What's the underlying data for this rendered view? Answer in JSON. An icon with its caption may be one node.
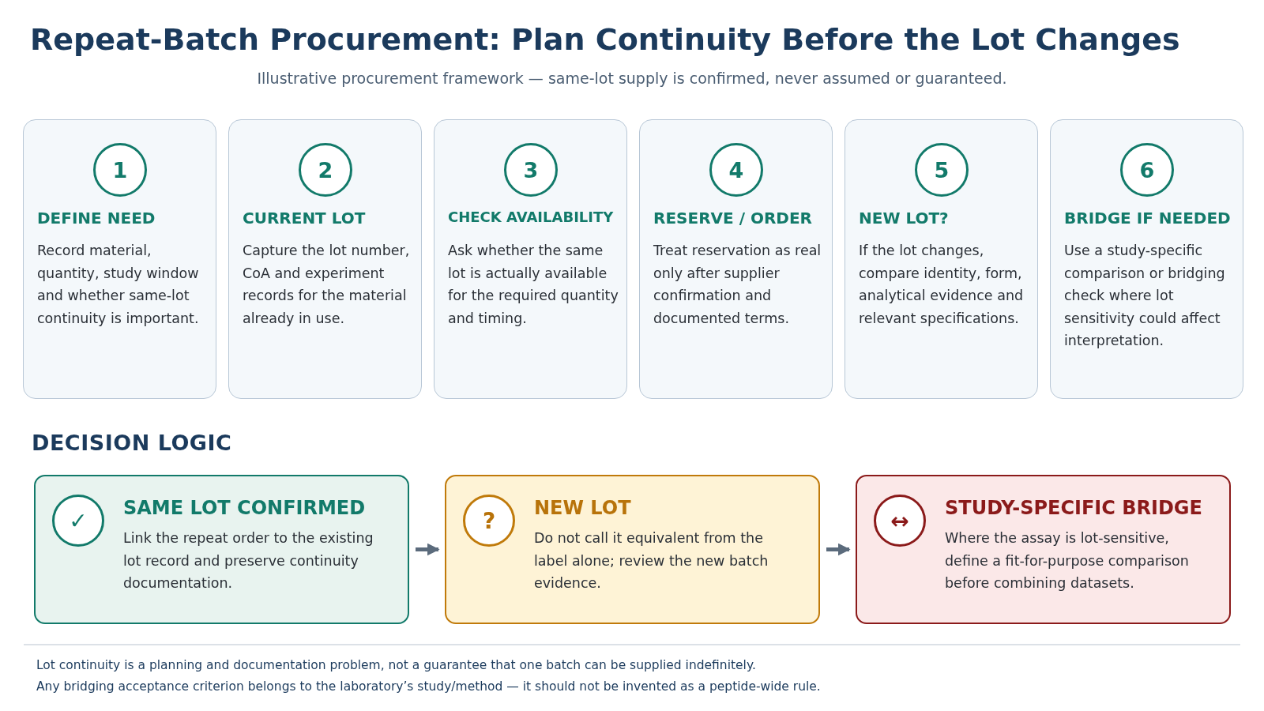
{
  "diagram": {
    "title": "Repeat-Batch Procurement: Plan Continuity Before the Lot Changes",
    "nodes": [
      {
        "text": [
          "DEFINE NEED",
          "Record material, quantity, study window and whether same-lot continuity is important."
        ]
      },
      {
        "text": [
          "1"
        ],
        "in": 0
      },
      {
        "text": [
          "CURRENT LOT",
          "Capture the lot number, CoA and experiment records for the material already in use."
        ]
      },
      {
        "text": [
          "2"
        ],
        "in": 2
      },
      {
        "text": [
          "CHECK AVAILABILITY",
          "Ask whether the same lot is actually available for the required quantity and timing."
        ]
      },
      {
        "text": [
          "3"
        ],
        "in": 4
      },
      {
        "text": [
          "RESERVE / ORDER",
          "Treat reservation as real only after supplier confirmation and documented terms."
        ]
      },
      {
        "text": [
          "4"
        ],
        "in": 6
      },
      {
        "text": [
          "NEW LOT?",
          "If the lot changes, compare identity, form, analytical evidence and relevant specifications."
        ]
      },
      {
        "text": [
          "5"
        ],
        "in": 8
      },
      {
        "text": [
          "BRIDGE IF NEEDED",
          "Use a study-specific comparison or bridging check where lot sensitivity could affect interpretation."
        ]
      },
      {
        "text": [
          "6"
        ],
        "in": 10
      },
      {
        "text": [
          "SAME LOT CONFIRMED",
          "Link the repeat order to the existing lot record and preserve continuity documentation."
        ]
      },
      {
        "text": [
          "✓"
        ],
        "in": 12
      },
      {
        "text": [
          "NEW LOT",
          "Do not call it equivalent from the label alone; review the new batch evidence."
        ]
      },
      {
        "text": [
          "?"
        ],
        "in": 14
      },
      {
        "text": [
          "STUDY-SPECIFIC BRIDGE",
          "Where the assay is lot-sensitive, define a fit-for-purpose comparison before combining datasets."
        ]
      },
      {
        "text": [
          "↔"
        ],
        "in": 16
      }
    ],
    "edges": [
      {
        "from": 12,
        "to": 14,
        "arrow": "to"
      },
      {
        "from": 14,
        "to": 16,
        "arrow": "to"
      }
    ],
    "labels": [
      "Illustrative procurement framework — same-lot supply is confirmed, never assumed or guaranteed.",
      "DECISION LOGIC",
      "Lot continuity is a planning and documentation problem, not a guarantee that one batch can be supplied indefinitely.",
      "Any bridging acceptance criterion belongs to the laboratory’s study/method — it should not be invented as a peptide-wide rule."
    ]
  }
}
